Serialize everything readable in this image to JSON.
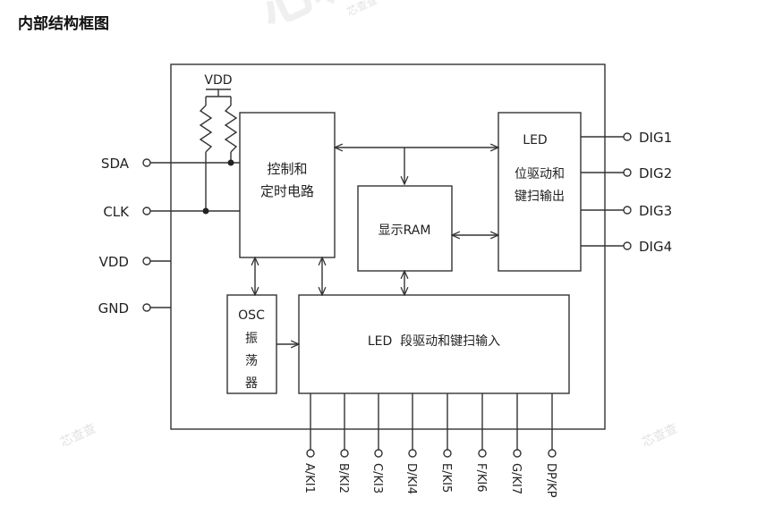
{
  "page_title": "内部结构框图",
  "watermark": {
    "big": "芯片",
    "small": "芯查查"
  },
  "colors": {
    "line": "#333333",
    "text": "#222222",
    "watermark": "#dcdcdc"
  },
  "blocks": {
    "control_line1": "控制和",
    "control_line2": "定时电路",
    "led_line1": "LED",
    "led_line2": "位驱动和",
    "led_line3": "键扫输出",
    "display_ram": "显示RAM",
    "osc_line1": "OSC",
    "osc_line2": "振",
    "osc_line3": "荡",
    "osc_line4": "器",
    "seg_driver": "LED  段驱动和键扫输入"
  },
  "pins_left": [
    "SDA",
    "CLK",
    "VDD",
    "GND"
  ],
  "pins_right": [
    "DIG1",
    "DIG2",
    "DIG3",
    "DIG4"
  ],
  "pins_bottom": [
    "A/KI1",
    "B/KI2",
    "C/KI3",
    "D/KI4",
    "E/KI5",
    "F/KI6",
    "G/KI7",
    "DP/KP"
  ],
  "vdd_label": "VDD"
}
